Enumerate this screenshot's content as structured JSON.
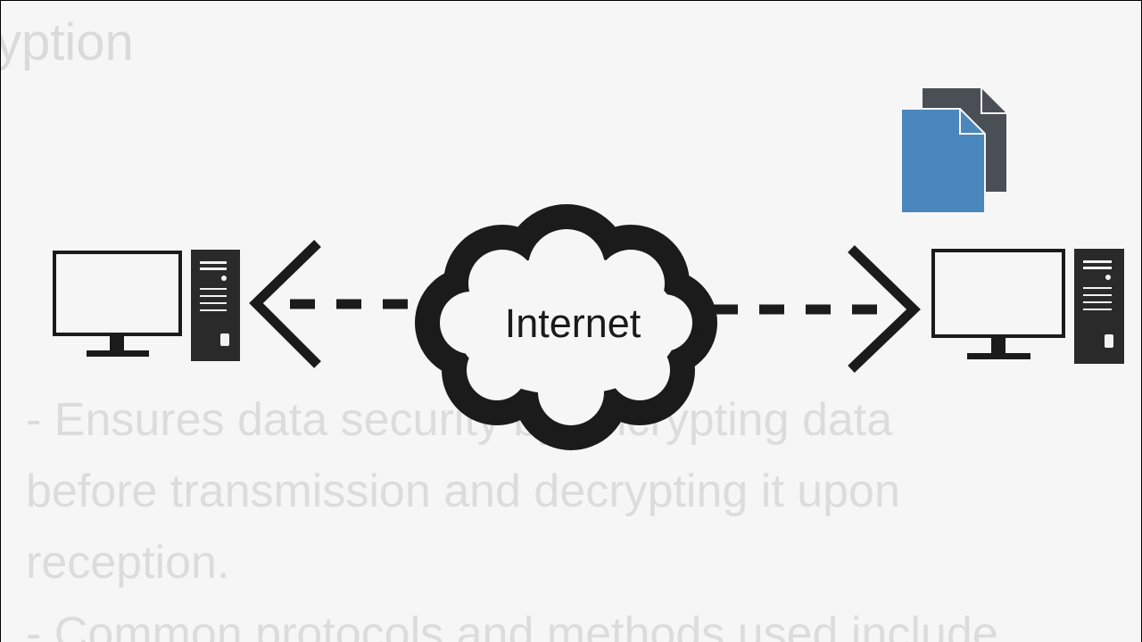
{
  "slide": {
    "heading_fragment": "yption",
    "body_lines": [
      "- Ensures data security by encrypting data",
      "before transmission and decrypting it upon",
      "reception.",
      "- Common protocols and methods used include"
    ]
  },
  "diagram": {
    "cloud_label": "Internet",
    "icons": {
      "left_computer": "desktop-computer-icon",
      "right_computer": "desktop-computer-icon",
      "documents": "documents-icon",
      "left_arrow": "chevron-left-icon",
      "right_arrow": "chevron-right-icon",
      "cloud": "cloud-icon"
    },
    "colors": {
      "stroke": "#1b1b1b",
      "document_front": "#4a87bd",
      "document_back": "#4a4f55",
      "faded_text": "#dcdcdc"
    }
  }
}
